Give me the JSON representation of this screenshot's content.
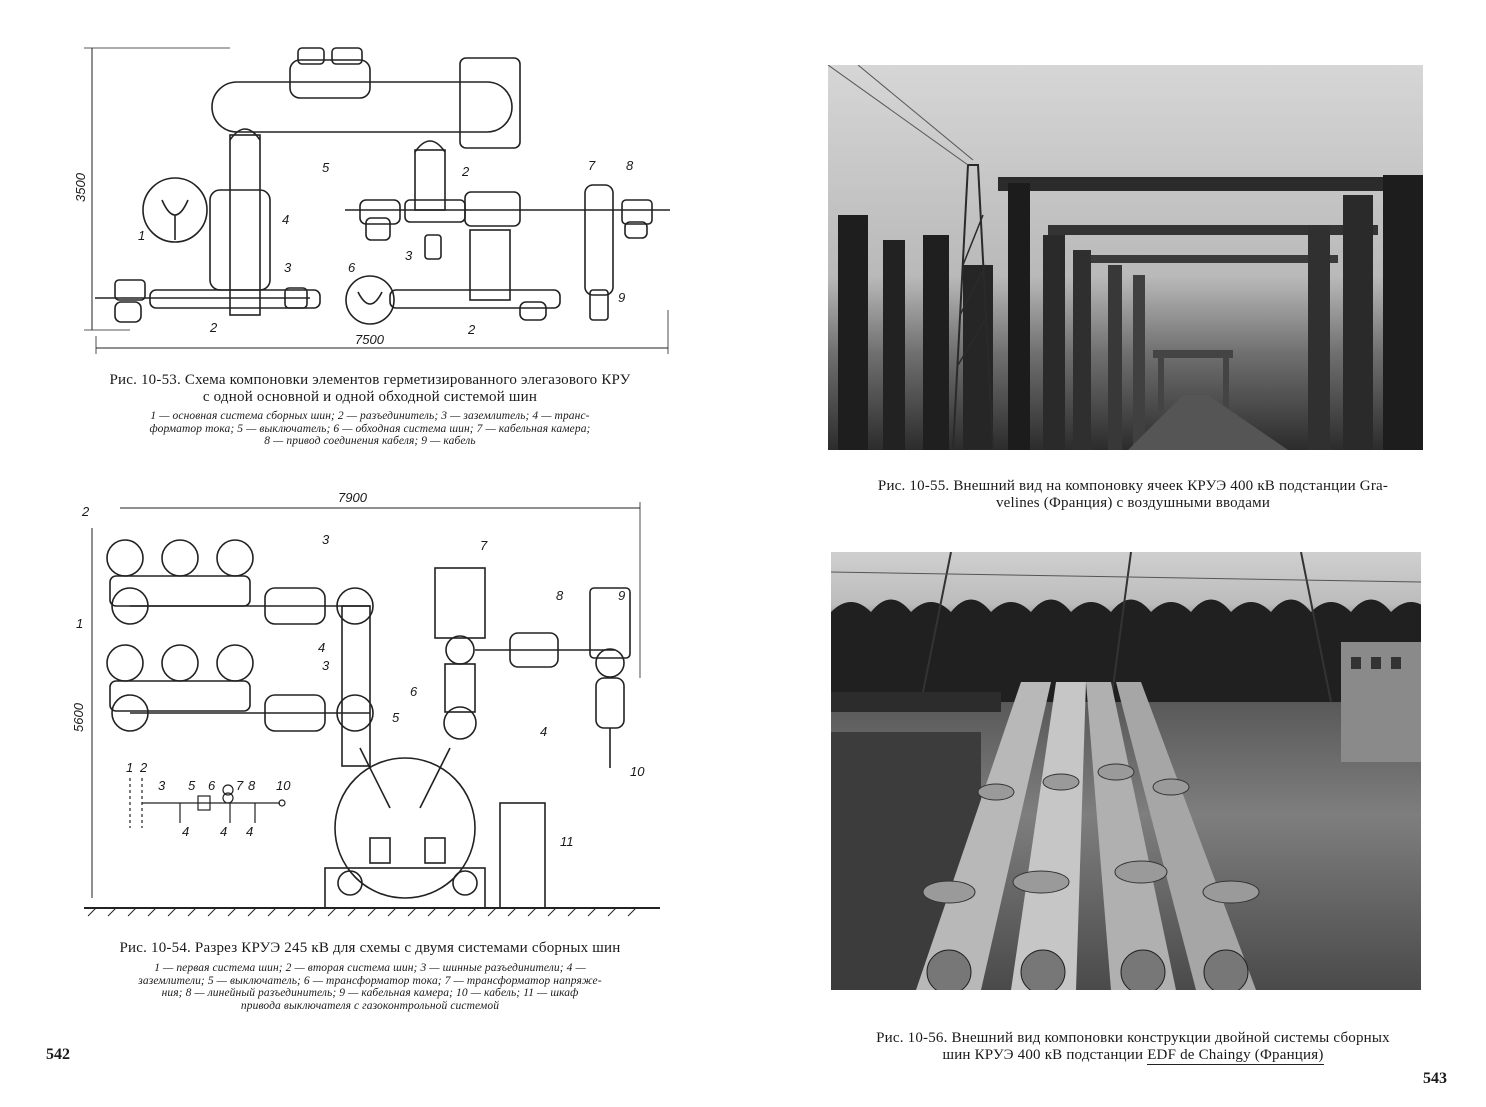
{
  "left": {
    "page_number": "542",
    "fig53": {
      "caption_line1": "Рис. 10-53. Схема компоновки элементов герметизированного элегазового КРУ",
      "caption_line2": "с одной основной и одной обходной системой шин",
      "legend_line1": "1 — основная система сборных шин; 2 — разъединитель; 3 — заземлитель; 4 — транс-",
      "legend_line2": "форматор тока; 5 — выключатель; 6 — обходная система шин; 7 — кабельная камера;",
      "legend_line3": "8 — привод соединения кабеля; 9 — кабель",
      "dim_height": "3500",
      "dim_width": "7500",
      "labels": [
        "1",
        "2",
        "3",
        "4",
        "5",
        "6",
        "2",
        "3",
        "2",
        "7",
        "8",
        "9"
      ]
    },
    "fig54": {
      "caption_line1": "Рис. 10-54. Разрез КРУЭ 245 кВ для схемы с двумя системами сборных шин",
      "legend_line1": "1 — первая система шин; 2 — вторая система шин; 3 — шинные разъединители; 4 —",
      "legend_line2": "заземлители; 5 — выключатель; 6 — трансформатор тока; 7 — трансформатор напряже-",
      "legend_line3": "ния; 8 — линейный разъединитель; 9 — кабельная камера; 10 — кабель; 11 — шкаф",
      "legend_line4": "привода выключателя с газоконтрольной системой",
      "dim_width": "7900",
      "dim_height": "5600",
      "labels": [
        "2",
        "3",
        "1",
        "4",
        "3",
        "7",
        "8",
        "9",
        "6",
        "4",
        "5",
        "10",
        "11"
      ],
      "schematic_labels": [
        "1",
        "2",
        "3",
        "5",
        "6",
        "7",
        "8",
        "10",
        "4",
        "4",
        "4"
      ]
    }
  },
  "right": {
    "page_number": "543",
    "fig55": {
      "caption_line1": "Рис. 10-55. Внешний вид на компоновку ячеек КРУЭ 400 кВ подстанции Gra-",
      "caption_line2": "velines (Франция) с воздушными вводами"
    },
    "fig56": {
      "caption_line1": "Рис. 10-56. Внешний вид компоновки конструкции двойной системы сборных",
      "caption_line2_a": "шин КРУЭ 400 кВ подстанции ",
      "caption_line2_b": "EDF de Chaingy (Франция)"
    }
  }
}
